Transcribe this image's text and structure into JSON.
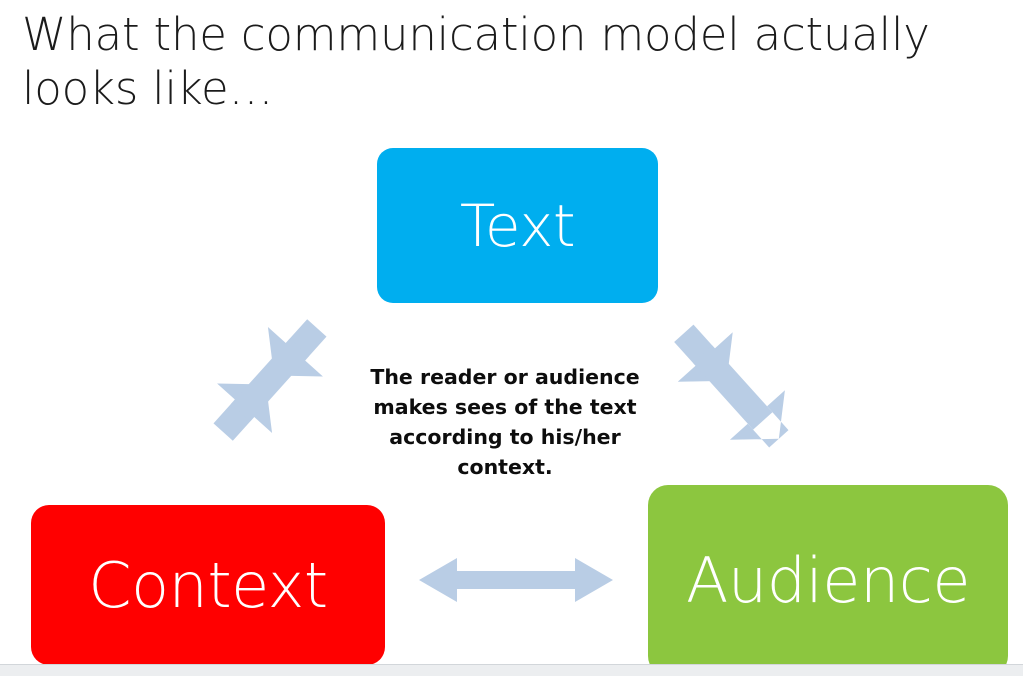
{
  "slide": {
    "title": "What the communication model actually\nlooks like…",
    "background_color": "#ffffff"
  },
  "diagram": {
    "type": "triangle-communication-model",
    "caption": "The reader or audience\nmakes sees of the text\naccording to his/her\ncontext.",
    "nodes": [
      {
        "id": "text",
        "label": "Text",
        "color": "#00AEEF",
        "text_color": "#ffffff",
        "position": "top"
      },
      {
        "id": "context",
        "label": "Context",
        "color": "#FF0000",
        "text_color": "#ffffff",
        "position": "bottom-left"
      },
      {
        "id": "audience",
        "label": "Audience",
        "color": "#8CC63F",
        "text_color": "#ffffff",
        "position": "bottom-right"
      }
    ],
    "connectors": [
      {
        "id": "context-text",
        "from": "context",
        "to": "text",
        "style": "double-headed",
        "color": "#B9CDE5",
        "orientation": "diagonal-ne"
      },
      {
        "id": "text-audience",
        "from": "text",
        "to": "audience",
        "style": "double-headed",
        "color": "#B9CDE5",
        "orientation": "diagonal-se"
      },
      {
        "id": "context-audience",
        "from": "context",
        "to": "audience",
        "style": "double-headed",
        "color": "#B9CDE5",
        "orientation": "horizontal"
      }
    ],
    "arrow_color": "#B9CDE5"
  },
  "footer": {
    "strip_color": "#eceef0"
  }
}
